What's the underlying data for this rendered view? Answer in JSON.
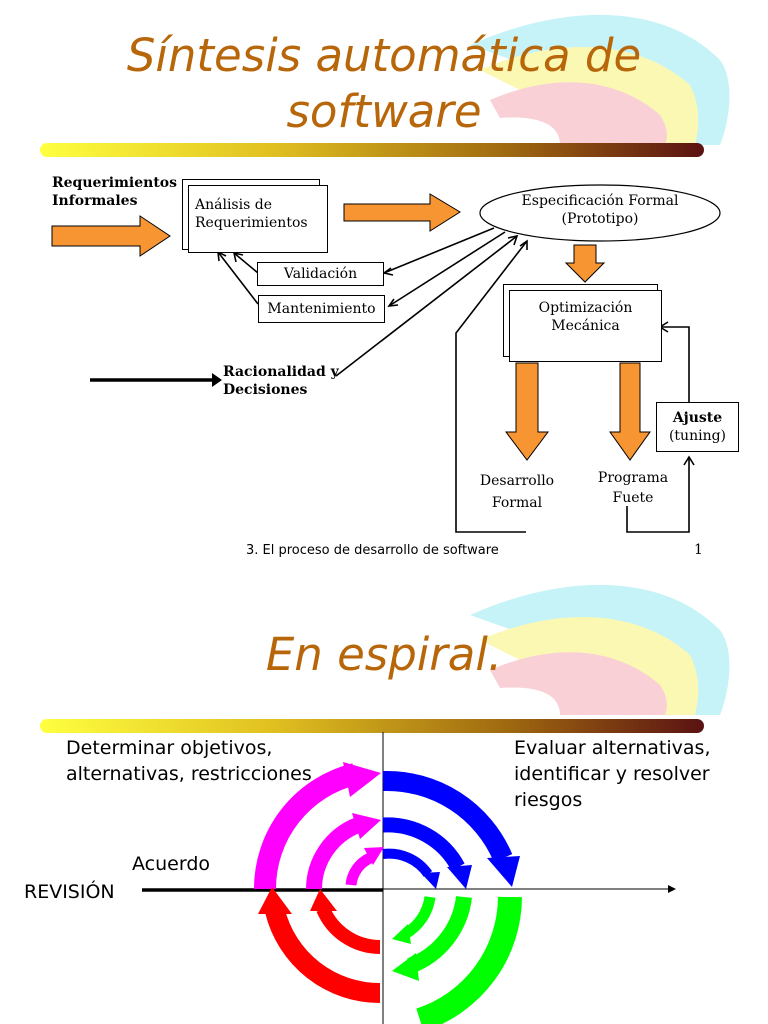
{
  "slide1": {
    "title_line1": "Síntesis automática de",
    "title_line2": "software",
    "input_label_line1": "Requerimientos",
    "input_label_line2": "Informales",
    "analysis_line1": "Análisis de",
    "analysis_line2": "Requerimientos",
    "spec_line1": "Especificación Formal",
    "spec_line2": "(Prototipo)",
    "validation": "Validación",
    "maintenance": "Mantenimiento",
    "optimization_line1": "Optimización",
    "optimization_line2": "Mecánica",
    "rationale_line1": "Racionalidad y",
    "rationale_line2": "Decisiones",
    "adjust_line1": "Ajuste",
    "adjust_line2": "(tuning)",
    "formal_dev_line1": "Desarrollo",
    "formal_dev_line2": "Formal",
    "source_line1": "Programa",
    "source_line2": "Fuete",
    "footer": "3. El proceso de desarrollo de software",
    "page_number": "1"
  },
  "slide2": {
    "title": "En espiral.",
    "quadrant_tl_line1": "Determinar objetivos,",
    "quadrant_tl_line2": "alternativas, restricciones",
    "quadrant_tr_line1": "Evaluar alternativas,",
    "quadrant_tr_line2": "identificar y resolver",
    "quadrant_tr_line3": "riesgos",
    "agreement": "Acuerdo",
    "review": "REVISIÓN"
  },
  "colors": {
    "title": "#b8660a",
    "arrow_orange": "#f79533",
    "spiral_magenta": "#ff00ff",
    "spiral_blue": "#0000ff",
    "spiral_green": "#00ff00",
    "spiral_red": "#ff0000"
  }
}
